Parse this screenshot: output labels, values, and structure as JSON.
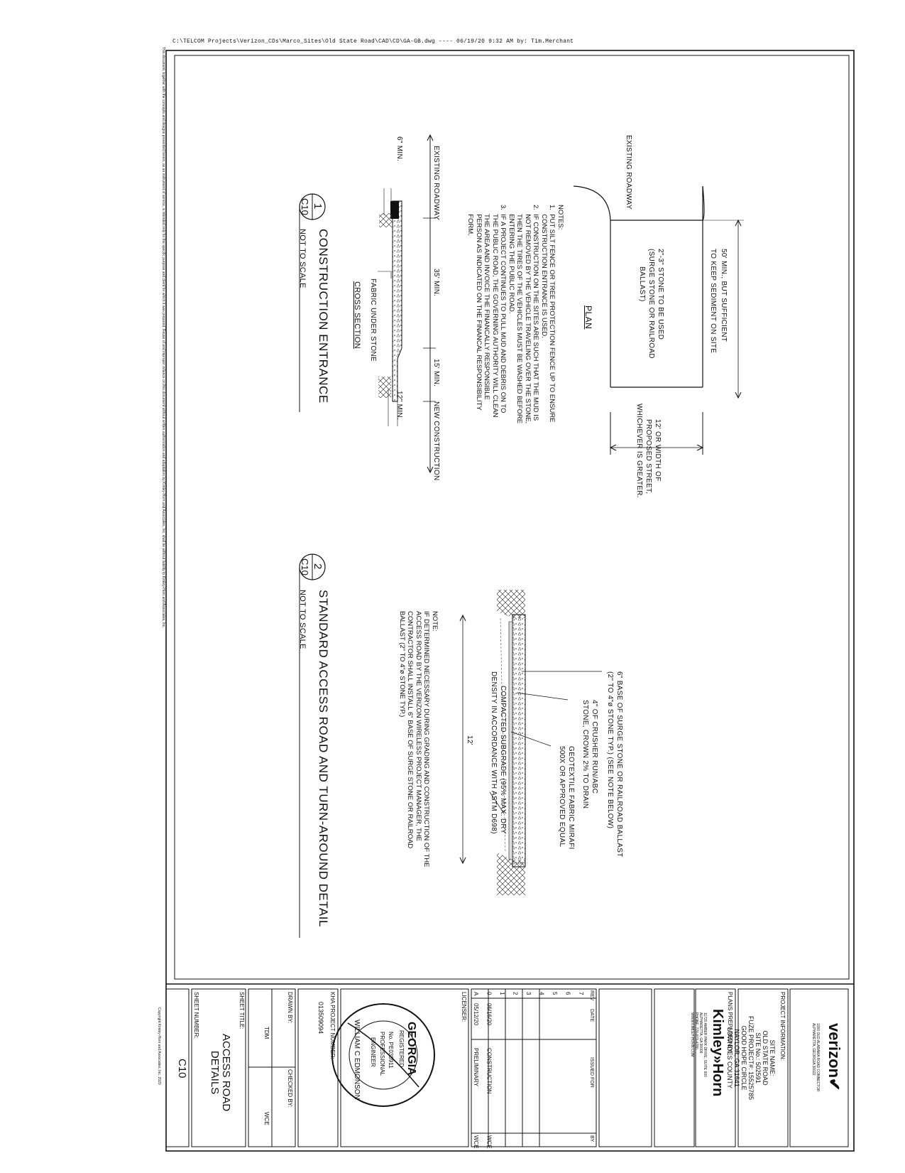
{
  "file_path": "C:\\TELCOM Projects\\Verizon_CDs\\Marco_Sites\\Old State Road\\CAD\\CD\\GA-GB.dwg  ----  06/19/20 9:32 AM   by: Tim.Merchant",
  "disclaimer": "This document, together with the concepts and designs presented herein, as an instrument of service, is intended only for the specific purpose and client for which it was prepared. Reuse of and improper reliance on this document without written authorization and adaptation by Kimley-Horn and Associates, Inc. shall be without liability to Kimley-Horn and Associates, Inc.",
  "detail1": {
    "plan": {
      "existing_roadway": "EXISTING ROADWAY",
      "title": "PLAN",
      "dim_length": "50' MIN., BUT SUFFICIENT",
      "dim_length_2": "TO KEEP SEDIMENT ON SITE",
      "stone": "2\"-3\" STONE TO BE USED",
      "stone_2": "(SURGE STONE OR RAILROAD",
      "stone_3": "BALLAST)",
      "width": "12' OR WIDTH OF",
      "width_2": "PROPOSED STREET,",
      "width_3": "WHICHEVER IS GREATER."
    },
    "notes": "NOTES:\n1.  PUT SILT FENCE OR TREE PROTECTION FENCE UP TO ENSURE\n     CONSTRUCTION ENTRANCE IS USED.\n2.  IF CONSTRUCTION ON THE SITES ARE SUCH THAT THE MUD IS\n     NOT REMOVED BY THE VEHICLE TRAVELING OVER THE STONE,\n     THEN THE TIRES OF THE VEHICLES MUST BE WASHED BEFORE\n     ENTERING THE PUBLIC ROAD.\n3.  IF A PROJECT CONTINUES TO PULL MUD AND DEBRIS ON TO\n     THE PUBLIC ROAD, THE GOVERNING AUTHORITY WILL CLEAN\n     THE AREA AND INVOICE THE FINANCALLY RESPONSIBLE\n     PERSON AS INDICATED ON THE FINANCAL RESPONSIBILITY\n     FORM.",
    "section": {
      "existing_roadway": "EXISTING ROADWAY",
      "new_construction": "NEW CONSTRUCTION",
      "dim_35": "35' MIN.",
      "dim_15": "15' MIN.",
      "dim_6": "6\" MIN.",
      "dim_12": "12\" MIN.",
      "fabric": "FABRIC UNDER STONE",
      "title": "CROSS SECTION"
    },
    "number": "1",
    "sheet_ref": "C10",
    "title": "CONSTRUCTION ENTRANCE",
    "scale": "NOT TO SCALE"
  },
  "detail2": {
    "callout1": "6\" BASE OF SURGE STONE OR RAILROAD BALLAST",
    "callout1_b": "(2\" TO 4\"ø STONE TYP.) (SEE NOTE BELOW)",
    "callout2": "4\" OF CRUSHER RUN/ABC",
    "callout2_b": "STONE, CROWN 2% TO DRAIN",
    "callout3": "GEOTEXTILE FABRIC MIRAFI",
    "callout3_b": "500X OR APPROVED EQUAL",
    "callout4": "COMPACTED SUBGRADE (95% MAX. DRY",
    "callout4_b": "DENSITY IN ACCORDANCE WITH ASTM D698)",
    "width": "12'",
    "note": "NOTE:\nIF DETERMINED NECESSARY DURING GRADING AND CONSTRUCTION OF THE\nACCESS ROAD BY THE VERIZON WIRELESS PROJECT MANAGER, THE\nCONTRACTOR SHALL INSTALL 6\" BASE OF SURGE STONE OR RAILROAD\nBALLAST (2\" TO 4\"ø STONE TYP.)",
    "number": "2",
    "sheet_ref": "C10",
    "title": "STANDARD ACCESS ROAD AND TURN-AROUND DETAIL",
    "scale": "NOT TO SCALE"
  },
  "title_block": {
    "logo": "verizon✔",
    "client_addr": "1000 OLD ALABAMA ROAD CONNECTOR\nALPHARETTA, GEORGIA 30022",
    "project_info_label": "PROJECT INFORMATION:",
    "project_info": "SITE NAME:\nOLD STATE ROAD\nSITE No.: 502591\nFUZE PROJECT#: 15525785\nGOOD HOPE CIRCLE\nNAYLOR, GA 31641\nLOWNDES COUNTY",
    "prepared_by": "PLANS PREPARED BY:",
    "firm": "Kimley»Horn",
    "firm_addr": "11720 AMBER PARK DRIVE, SUITE 600\nALPHARETTA, GA 30009\nPHONE: 770-619-4280\nWWW.KIMLEY-HORN.COM",
    "rev_header": [
      "REV",
      "DATE",
      "ISSUED FOR",
      "BY"
    ],
    "revisions": [
      {
        "rev": "7",
        "date": "",
        "issued": "",
        "by": ""
      },
      {
        "rev": "6",
        "date": "",
        "issued": "",
        "by": ""
      },
      {
        "rev": "5",
        "date": "",
        "issued": "",
        "by": ""
      },
      {
        "rev": "4",
        "date": "",
        "issued": "",
        "by": ""
      },
      {
        "rev": "3",
        "date": "",
        "issued": "",
        "by": ""
      },
      {
        "rev": "2",
        "date": "",
        "issued": "",
        "by": ""
      },
      {
        "rev": "1",
        "date": "",
        "issued": "",
        "by": ""
      },
      {
        "rev": "0",
        "date": "06/16/20",
        "issued": "CONSTRUCTION",
        "by": "WCE"
      },
      {
        "rev": "A",
        "date": "05/12/20",
        "issued": "PRELIMINARY",
        "by": "WCE"
      }
    ],
    "licenser": "LICENSER:",
    "seal_top": "GEORGIA",
    "seal_registered": "REGISTERED",
    "seal_no": "No. PE038911",
    "seal_prof": "PROFESSIONAL",
    "seal_eng": "ENGINEER",
    "seal_name": "WILLIAM C EDMONSON",
    "kha_label": "KHA PROJECT NUMBER:",
    "kha_number": "013509094",
    "drawn_label": "DRAWN BY:",
    "drawn": "TDM",
    "checked_label": "CHECKED BY:",
    "checked": "WCE",
    "sheet_title_label": "SHEET TITLE:",
    "sheet_title": "ACCESS ROAD\nDETAILS",
    "sheet_number_label": "SHEET NUMBER:",
    "sheet_number": "C10",
    "copyright": "Copyright Kimley-Horn and Associates, Inc. 2020"
  }
}
